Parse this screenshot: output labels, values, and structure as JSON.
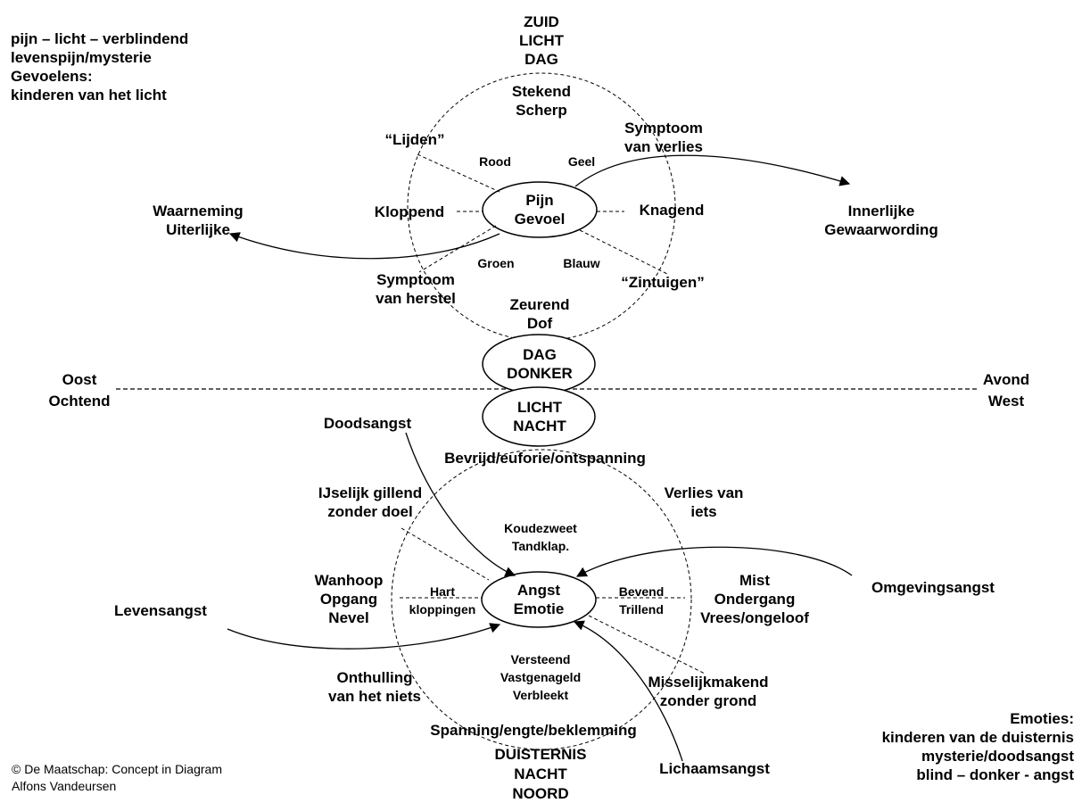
{
  "top_left_note": [
    "pijn – licht – verblindend",
    "levenspijn/mysterie",
    "Gevoelens:",
    "kinderen van het licht"
  ],
  "bottom_right_note": [
    "Emoties:",
    "kinderen van de duisternis",
    "mysterie/doodsangst",
    "blind – donker - angst"
  ],
  "copyright": [
    "© De Maatschap: Concept in Diagram",
    "Alfons Vandeursen"
  ],
  "top_circle": {
    "compass": [
      "ZUID",
      "LICHT",
      "DAG"
    ],
    "top": [
      "Stekend",
      "Scherp"
    ],
    "bottom": [
      "Zeurend",
      "Dof"
    ],
    "center": [
      "Pijn",
      "Gevoel"
    ],
    "left": "Kloppend",
    "right": "Knagend",
    "upper_left": "“Lijden”",
    "upper_right": [
      "Symptoom",
      "van verlies"
    ],
    "lower_left": [
      "Symptoom",
      "van herstel"
    ],
    "lower_right": "“Zintuigen”",
    "colors": {
      "red": "Rood",
      "yellow": "Geel",
      "green": "Groen",
      "blue": "Blauw"
    },
    "outer_left": [
      "Waarneming",
      "Uiterlijke"
    ],
    "outer_right": [
      "Innerlijke",
      "Gewaarwording"
    ]
  },
  "horizon": {
    "west_side": [
      "Oost",
      "Ochtend"
    ],
    "east_side": [
      "Avond",
      "West"
    ],
    "upper_oval": [
      "DAG",
      "DONKER"
    ],
    "lower_oval": [
      "LICHT",
      "NACHT"
    ]
  },
  "bottom_circle": {
    "top": "Bevrijd/euforie/ontspanning",
    "bottom": "Spanning/engte/beklemming",
    "compass": [
      "DUISTERNIS",
      "NACHT",
      "NOORD"
    ],
    "center": [
      "Angst",
      "Emotie"
    ],
    "upper_left": [
      "IJselijk gillend",
      "zonder doel"
    ],
    "upper_right": [
      "Verlies van",
      "iets"
    ],
    "left": [
      "Wanhoop",
      "Opgang",
      "Nevel"
    ],
    "right": [
      "Mist",
      "Ondergang",
      "Vrees/ongeloof"
    ],
    "lower_left": [
      "Onthulling",
      "van het niets"
    ],
    "lower_right": [
      "Misselijkmakend",
      "zonder grond"
    ],
    "inner_top": [
      "Koudezweet",
      "Tandklap."
    ],
    "inner_bottom": [
      "Versteend",
      "Vastgenageld",
      "Verbleekt"
    ],
    "inner_left": [
      "Hart",
      "kloppingen"
    ],
    "inner_right": [
      "Bevend",
      "Trillend"
    ],
    "doodsangst": "Doodsangst",
    "levensangst": "Levensangst",
    "omgevingsangst": "Omgevingsangst",
    "lichaamsangst": "Lichaamsangst"
  }
}
